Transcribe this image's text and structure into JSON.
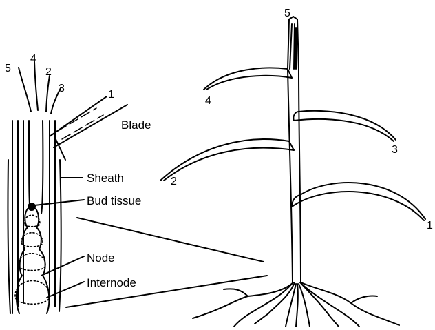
{
  "figure": {
    "labels": {
      "blade": "Blade",
      "sheath": "Sheath",
      "bud_tissue": "Bud tissue",
      "node": "Node",
      "internode": "Internode"
    },
    "cross_section_numbers": [
      "5",
      "4",
      "2",
      "3",
      "1"
    ],
    "plant_numbers": [
      "5",
      "4",
      "3",
      "2",
      "1"
    ]
  }
}
